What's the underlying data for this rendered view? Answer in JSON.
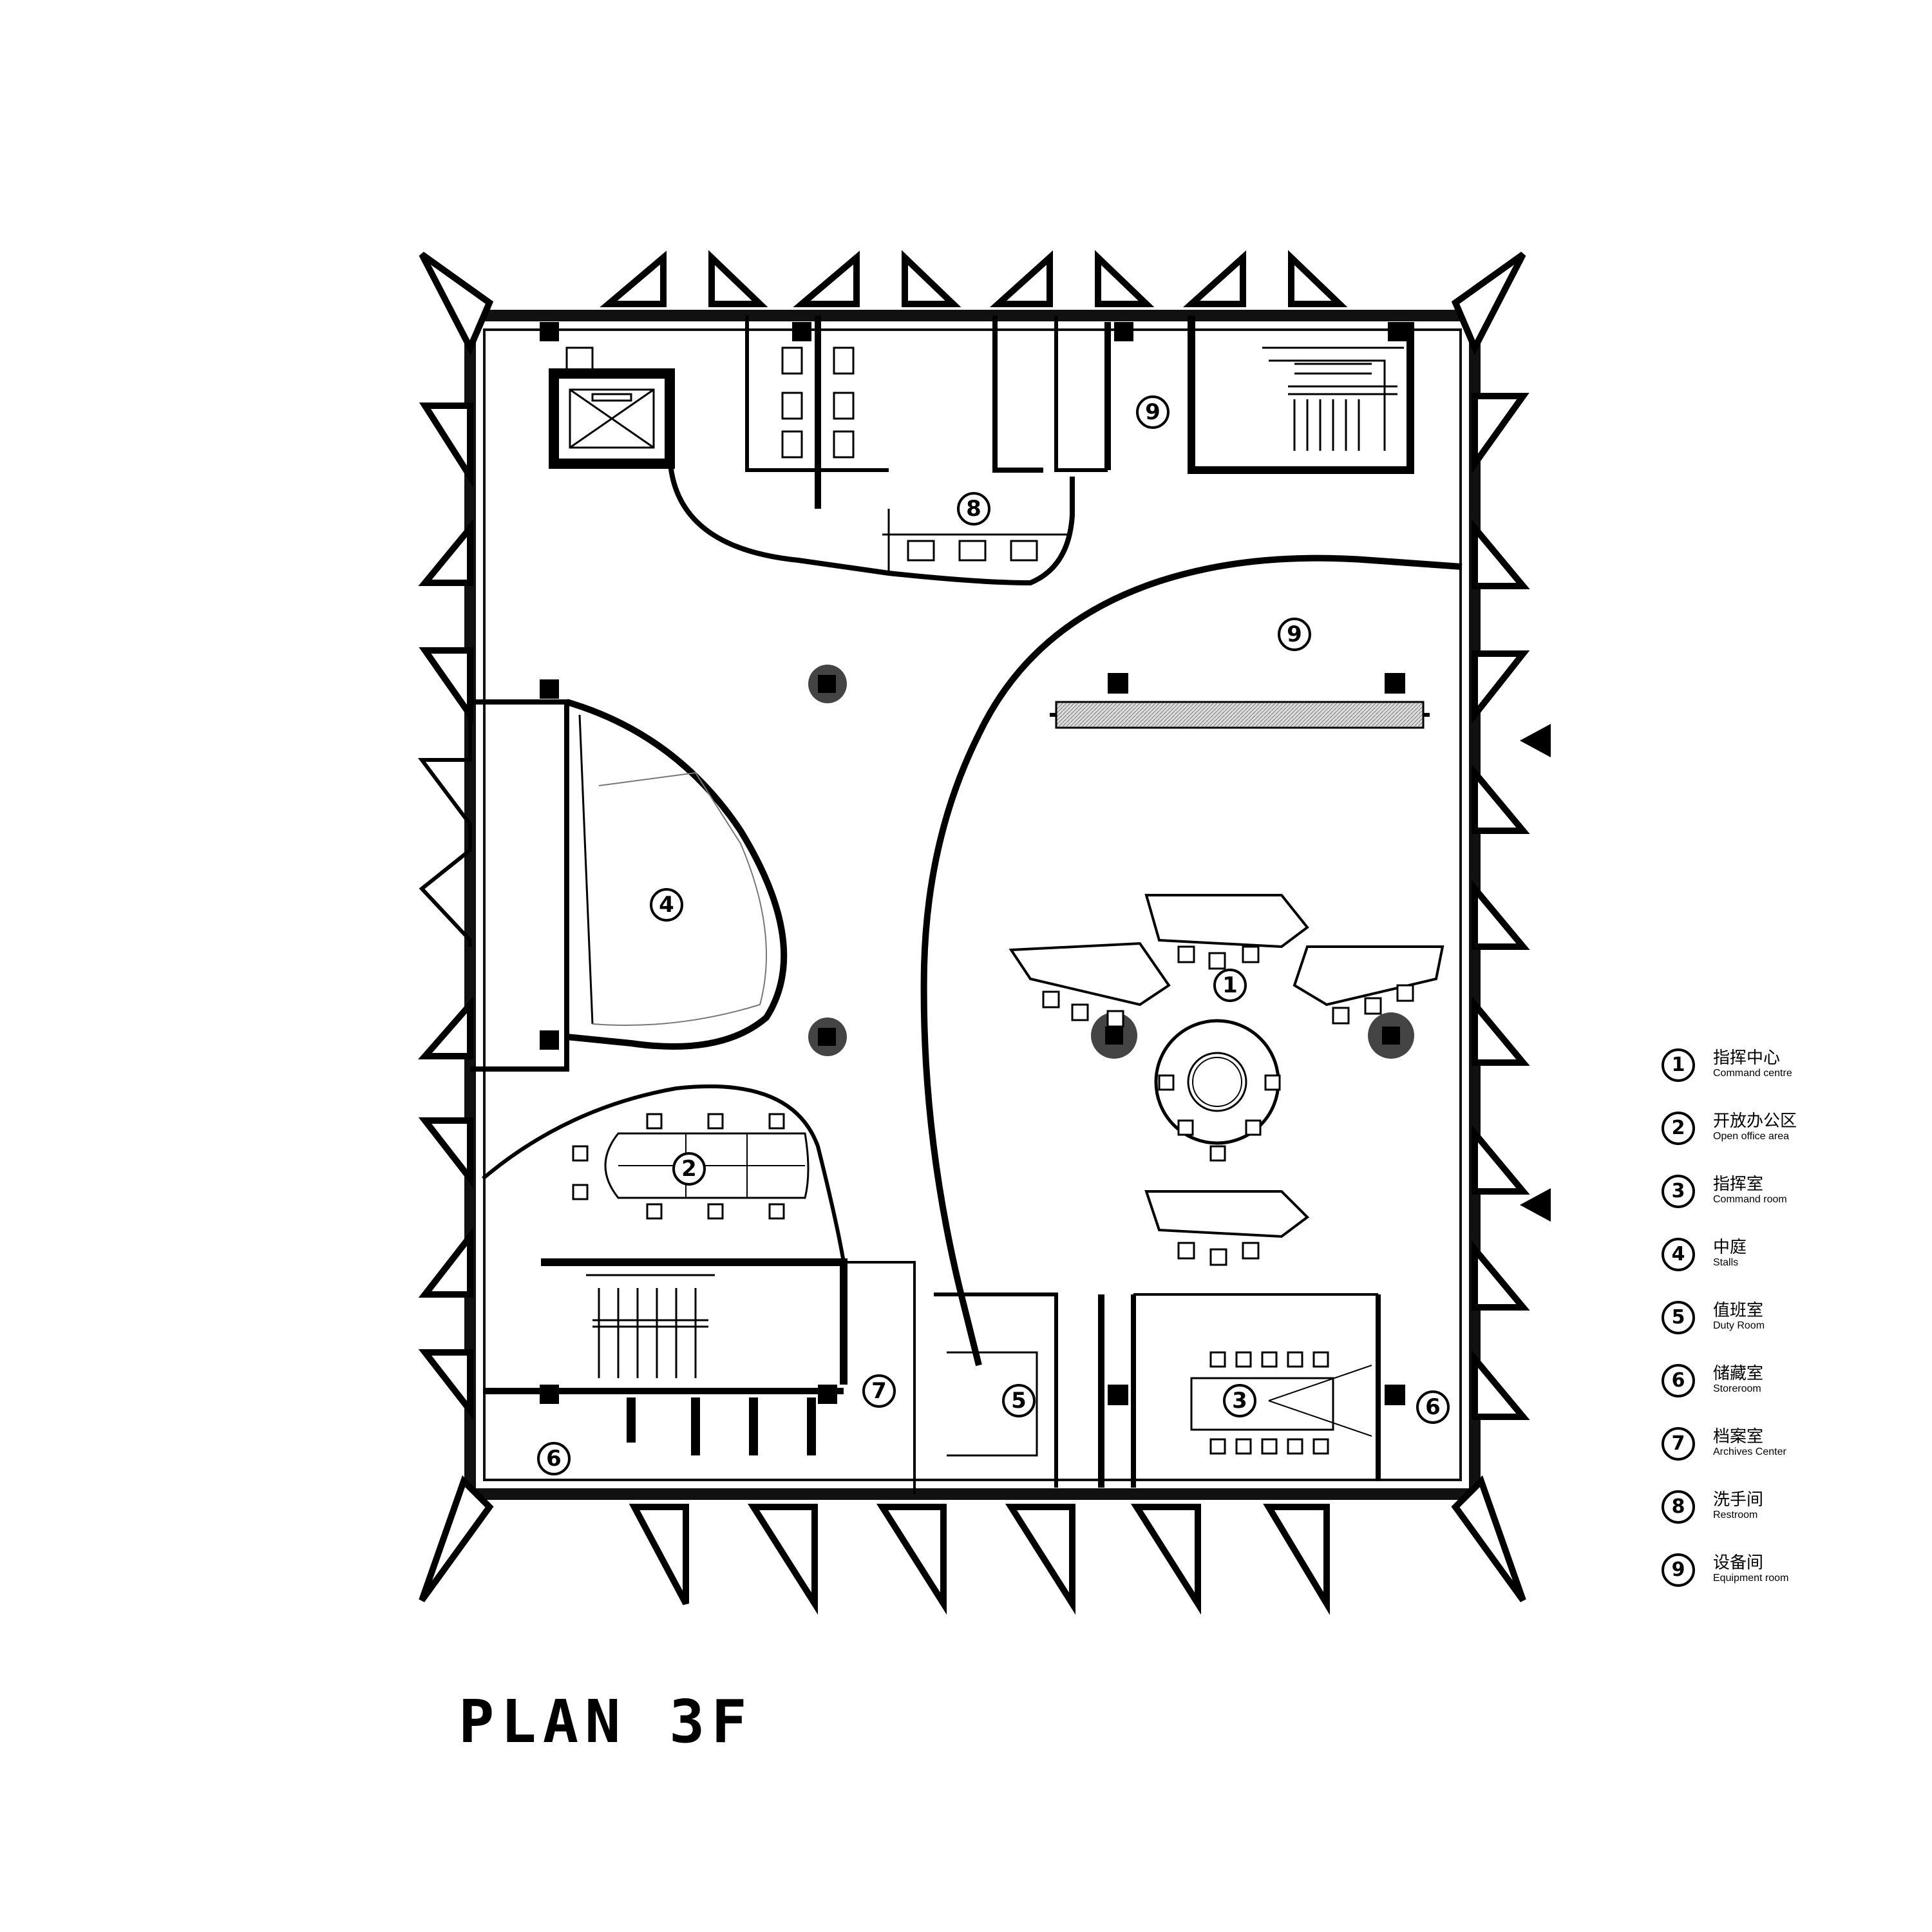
{
  "title": "PLAN 3F",
  "legend": [
    {
      "num": "1",
      "zh": "指挥中心",
      "en": "Command centre"
    },
    {
      "num": "2",
      "zh": "开放办公区",
      "en": "Open office area"
    },
    {
      "num": "3",
      "zh": "指挥室",
      "en": "Command room"
    },
    {
      "num": "4",
      "zh": "中庭",
      "en": "Stalls"
    },
    {
      "num": "5",
      "zh": "值班室",
      "en": "Duty Room"
    },
    {
      "num": "6",
      "zh": "储藏室",
      "en": "Storeroom"
    },
    {
      "num": "7",
      "zh": "档案室",
      "en": "Archives Center"
    },
    {
      "num": "8",
      "zh": "洗手间",
      "en": "Restroom"
    },
    {
      "num": "9",
      "zh": "设备间",
      "en": "Equipment room"
    }
  ],
  "room_labels": [
    "1",
    "2",
    "3",
    "4",
    "5",
    "6",
    "6",
    "7",
    "8",
    "9",
    "9"
  ],
  "colors": {
    "ink": "#000000",
    "wall": "#1a1a1a",
    "glass": "#c8c8c8",
    "background": "#ffffff"
  }
}
